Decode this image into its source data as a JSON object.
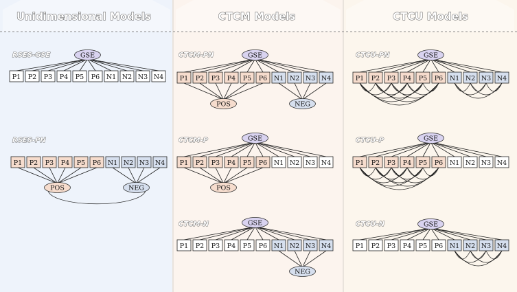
{
  "columns": [
    {
      "title": "Unidimensional Models",
      "bg": "#eef3fb"
    },
    {
      "title": "CTCM Models",
      "bg": "#fcf4ee"
    },
    {
      "title": "CTCU Models",
      "bg": "#fcf6ed"
    }
  ],
  "colors": {
    "positive_item": "#f6dccd",
    "negative_item": "#d6dfee",
    "neutral_item": "#ffffff",
    "gse_factor": "#d9d3f0",
    "pos_factor": "#f6dccd",
    "neg_factor": "#d6dfee"
  },
  "items": [
    "P1",
    "P2",
    "P3",
    "P4",
    "P5",
    "P6",
    "N1",
    "N2",
    "N3",
    "N4"
  ],
  "factors": {
    "gse": "GSE",
    "pos": "POS",
    "neg": "NEG"
  },
  "models": [
    {
      "id": "rses-gse",
      "label": "RSES-GSE",
      "gse": true,
      "pos": false,
      "neg": false,
      "pos_color": false,
      "neg_color": false,
      "pos_arcs": false,
      "neg_arcs": false,
      "factor_corr": false
    },
    {
      "id": "rses-pn",
      "label": "RSES-PN",
      "gse": false,
      "pos": true,
      "neg": true,
      "pos_color": true,
      "neg_color": true,
      "pos_arcs": false,
      "neg_arcs": false,
      "factor_corr": true
    },
    {
      "id": "ctcm-pn",
      "label": "CTCM-PN",
      "gse": true,
      "pos": true,
      "neg": true,
      "pos_color": true,
      "neg_color": true,
      "pos_arcs": false,
      "neg_arcs": false,
      "factor_corr": false
    },
    {
      "id": "ctcm-p",
      "label": "CTCM-P",
      "gse": true,
      "pos": true,
      "neg": false,
      "pos_color": true,
      "neg_color": false,
      "pos_arcs": false,
      "neg_arcs": false,
      "factor_corr": false
    },
    {
      "id": "ctcm-n",
      "label": "CTCM-N",
      "gse": true,
      "pos": false,
      "neg": true,
      "pos_color": false,
      "neg_color": true,
      "pos_arcs": false,
      "neg_arcs": false,
      "factor_corr": false
    },
    {
      "id": "ctcu-pn",
      "label": "CTCU-PN",
      "gse": true,
      "pos": false,
      "neg": false,
      "pos_color": true,
      "neg_color": true,
      "pos_arcs": true,
      "neg_arcs": true,
      "factor_corr": false
    },
    {
      "id": "ctcu-p",
      "label": "CTCU-P",
      "gse": true,
      "pos": false,
      "neg": false,
      "pos_color": true,
      "neg_color": false,
      "pos_arcs": true,
      "neg_arcs": false,
      "factor_corr": false
    },
    {
      "id": "ctcu-n",
      "label": "CTCU-N",
      "gse": true,
      "pos": false,
      "neg": false,
      "pos_color": false,
      "neg_color": true,
      "pos_arcs": false,
      "neg_arcs": true,
      "factor_corr": false
    }
  ]
}
